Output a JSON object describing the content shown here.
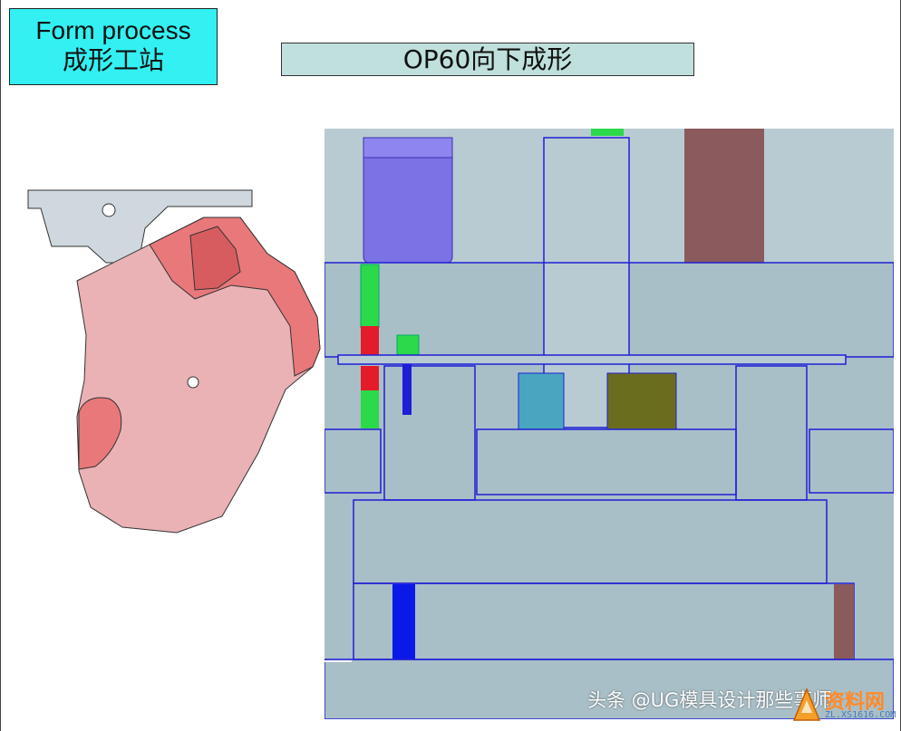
{
  "slide": {
    "title_en": "Form process",
    "title_cn": "成形工站",
    "operation": "OP60向下成形"
  },
  "watermark": {
    "text": "头条 @UG模具设计那些事师"
  },
  "logo": {
    "icon": "tiger-logo-icon",
    "name": "资料网",
    "url": "ZL.XS1616.COM"
  },
  "colors": {
    "title_bg": "#33f0f2",
    "op_bg": "#bfe0dc",
    "part_red": "#e9787a",
    "die_grey": "#a9bfc7",
    "die_outline": "#1f1fd6"
  }
}
